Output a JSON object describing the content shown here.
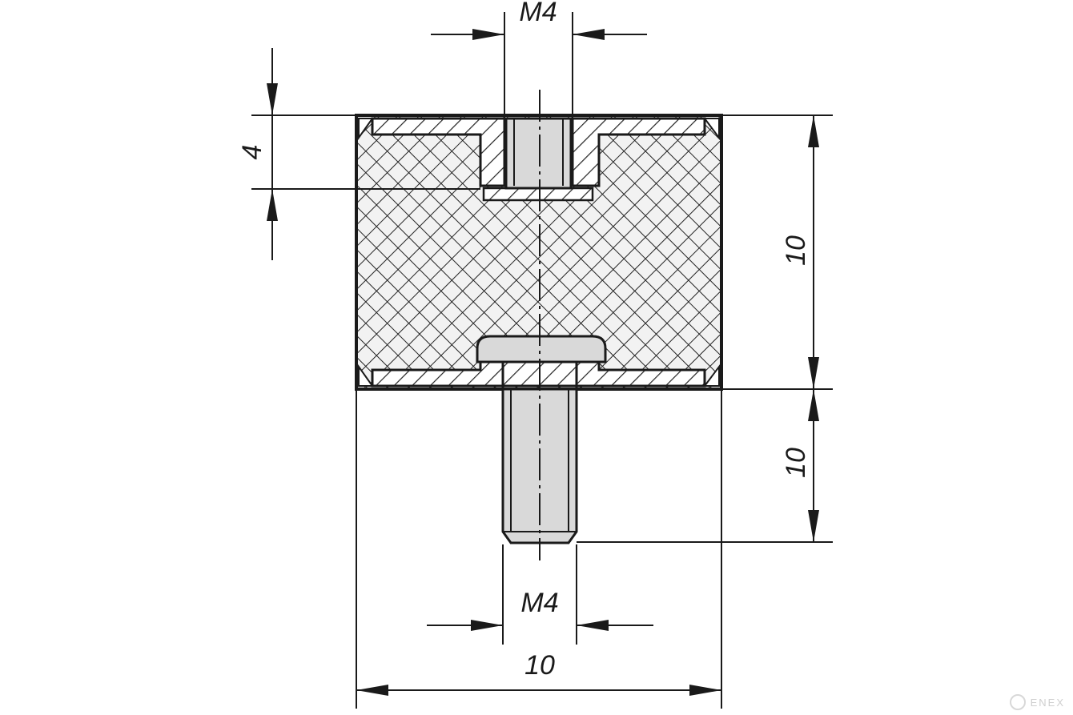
{
  "dimensions": {
    "top_thread": "M4",
    "bottom_thread": "M4",
    "insert_depth": "4",
    "body_height": "10",
    "stud_length": "10",
    "body_width": "10"
  },
  "watermark": {
    "text": "ENEX",
    "icon": "enex-logo-icon"
  },
  "colors": {
    "line": "#1a1a1a",
    "rubber_fill": "#f2f2f2",
    "metal_fill": "#d9d9d9"
  }
}
